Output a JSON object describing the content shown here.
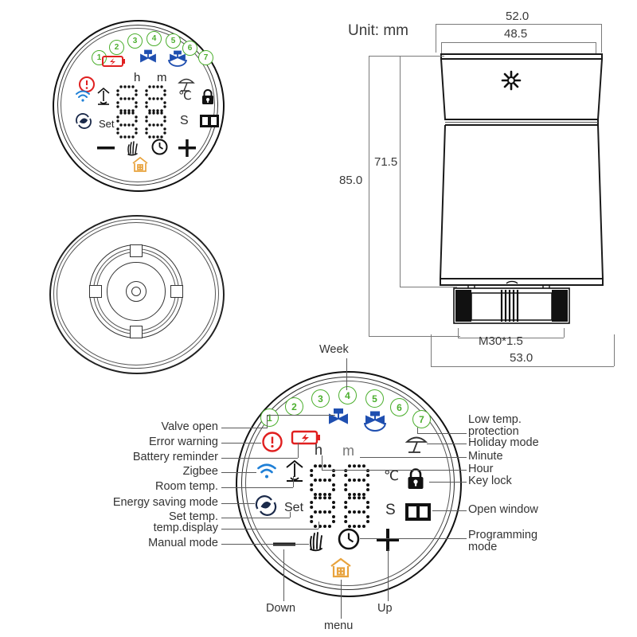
{
  "page": {
    "title": "Smart Thermostatic Radiator Valve — LCD display legend and dimensions",
    "unit_note": "Unit: mm"
  },
  "dimensions": {
    "top_outer_width": "52.0",
    "top_inner_width": "48.5",
    "total_height": "85.0",
    "body_height": "71.5",
    "thread": "M30*1.5",
    "base_width": "53.0"
  },
  "week_days": [
    "1",
    "2",
    "3",
    "4",
    "5",
    "6",
    "7"
  ],
  "display": {
    "hour_unit": "h",
    "minute_unit": "m",
    "set_label": "Set",
    "celsius": "℃",
    "seconds_unit": "S",
    "digits_top": "88",
    "digits_bottom": "88"
  },
  "colors": {
    "week_green": "#4caf2e",
    "valve_blue": "#1f4fb0",
    "error_red": "#e02020",
    "battery_red": "#e02020",
    "zigbee_blue": "#1e7fd6",
    "eco_dark": "#1b2a4a",
    "house_amber": "#e8a33d",
    "lcd_black": "#111111",
    "line_gray": "#5a5a5a"
  },
  "callouts": {
    "top": [
      {
        "id": "week",
        "label": "Week"
      }
    ],
    "left": [
      {
        "id": "valve-open",
        "label": "Valve open"
      },
      {
        "id": "error-warning",
        "label": "Error warning"
      },
      {
        "id": "battery-reminder",
        "label": "Battery reminder"
      },
      {
        "id": "zigbee",
        "label": "Zigbee"
      },
      {
        "id": "room-temp",
        "label": "Room temp."
      },
      {
        "id": "energy-saving-mode",
        "label": "Energy saving mode"
      },
      {
        "id": "set-temp",
        "label": "Set temp."
      },
      {
        "id": "temp-display",
        "label": "temp.display"
      },
      {
        "id": "manual-mode",
        "label": "Manual mode"
      }
    ],
    "right": [
      {
        "id": "low-temp-protection",
        "label": "Low temp.\nprotection"
      },
      {
        "id": "holiday-mode",
        "label": "Holiday mode"
      },
      {
        "id": "minute",
        "label": "Minute"
      },
      {
        "id": "hour",
        "label": "Hour"
      },
      {
        "id": "key-lock",
        "label": "Key lock"
      },
      {
        "id": "open-window",
        "label": "Open window"
      },
      {
        "id": "programming-mode",
        "label": "Programming\nmode"
      }
    ],
    "bottom": [
      {
        "id": "down",
        "label": "Down"
      },
      {
        "id": "menu",
        "label": "menu"
      },
      {
        "id": "up",
        "label": "Up"
      }
    ]
  },
  "icons": {
    "valve_open": "valve-icon",
    "low_temp_protection": "valve-protection-icon",
    "error": "exclamation-circle-icon",
    "battery": "battery-icon",
    "zigbee": "wifi-signal-icon",
    "room_temp": "thermometer-icon",
    "eco": "eco-leaf-icon",
    "holiday": "beach-umbrella-icon",
    "key_lock": "lock-icon",
    "open_window": "window-icon",
    "manual": "hand-icon",
    "programming": "clock-icon",
    "menu": "house-icon",
    "down": "minus-icon",
    "up": "plus-icon",
    "snowflake": "snowflake-icon"
  }
}
